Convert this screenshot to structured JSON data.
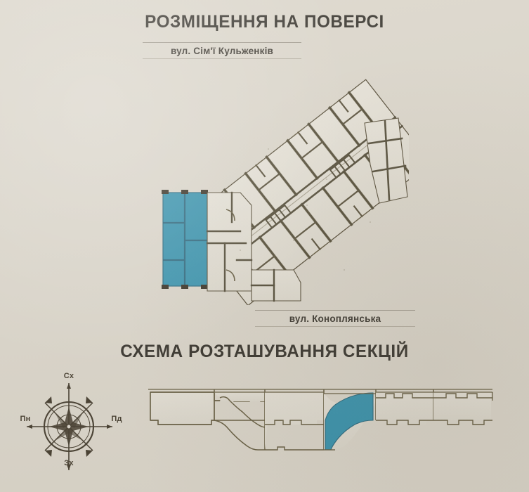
{
  "page": {
    "background_color": "#d8d3c8",
    "ink_color": "#3a3224",
    "highlight_color": "#2b8caa"
  },
  "floor_section": {
    "title": "РОЗМІЩЕННЯ НА ПОВЕРСІ",
    "street_top": "вул. Сім'ї Кульженків",
    "street_bottom": "вул. Коноплянська",
    "highlighted_unit_color": "#2b8caa"
  },
  "sections_section": {
    "title": "СХЕМА РОЗТАШУВАННЯ СЕКЦІЙ",
    "highlighted_section_color": "#2b8caa",
    "section_count": 6
  },
  "compass": {
    "north_label": "Сх",
    "west_label": "Пн",
    "east_label": "Пд",
    "south_label": "Зх"
  }
}
